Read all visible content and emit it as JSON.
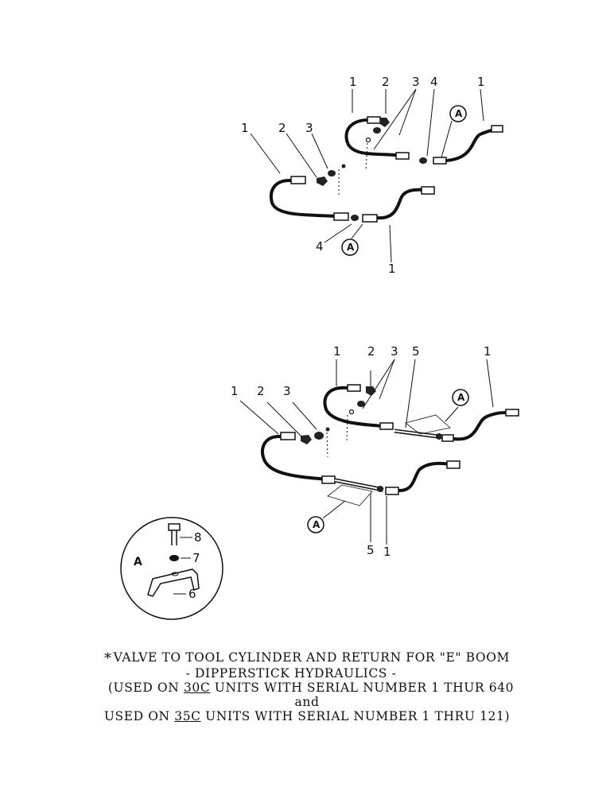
{
  "callouts": {
    "top": {
      "n1a": "1",
      "n2a": "2",
      "n3a": "3",
      "n4a": "4",
      "n1b": "1",
      "n1c": "1",
      "n2c": "2",
      "n3c": "3",
      "n4c": "4",
      "n1d": "1",
      "a1": "A",
      "a2": "A"
    },
    "bottom": {
      "n1a": "1",
      "n2a": "2",
      "n3a": "3",
      "n5a": "5",
      "n1b": "1",
      "n1c": "1",
      "n2c": "2",
      "n3c": "3",
      "n5c": "5",
      "n1d": "1",
      "a1": "A",
      "a2": "A"
    },
    "detail": {
      "letter": "A",
      "n8": "8",
      "n7": "7",
      "n6": "6"
    }
  },
  "caption": {
    "star": "*",
    "line1": "VALVE TO TOOL CYLINDER AND RETURN FOR \"E\" BOOM",
    "line2": "- DIPPERSTICK HYDRAULICS -",
    "line3_pre": "(USED ON ",
    "line3_model": "30C",
    "line3_post": " UNITS WITH SERIAL NUMBER 1 THUR 640",
    "line4": "and",
    "line5_pre": "USED ON ",
    "line5_model": "35C",
    "line5_post": " UNITS WITH SERIAL NUMBER 1 THRU 121)"
  }
}
